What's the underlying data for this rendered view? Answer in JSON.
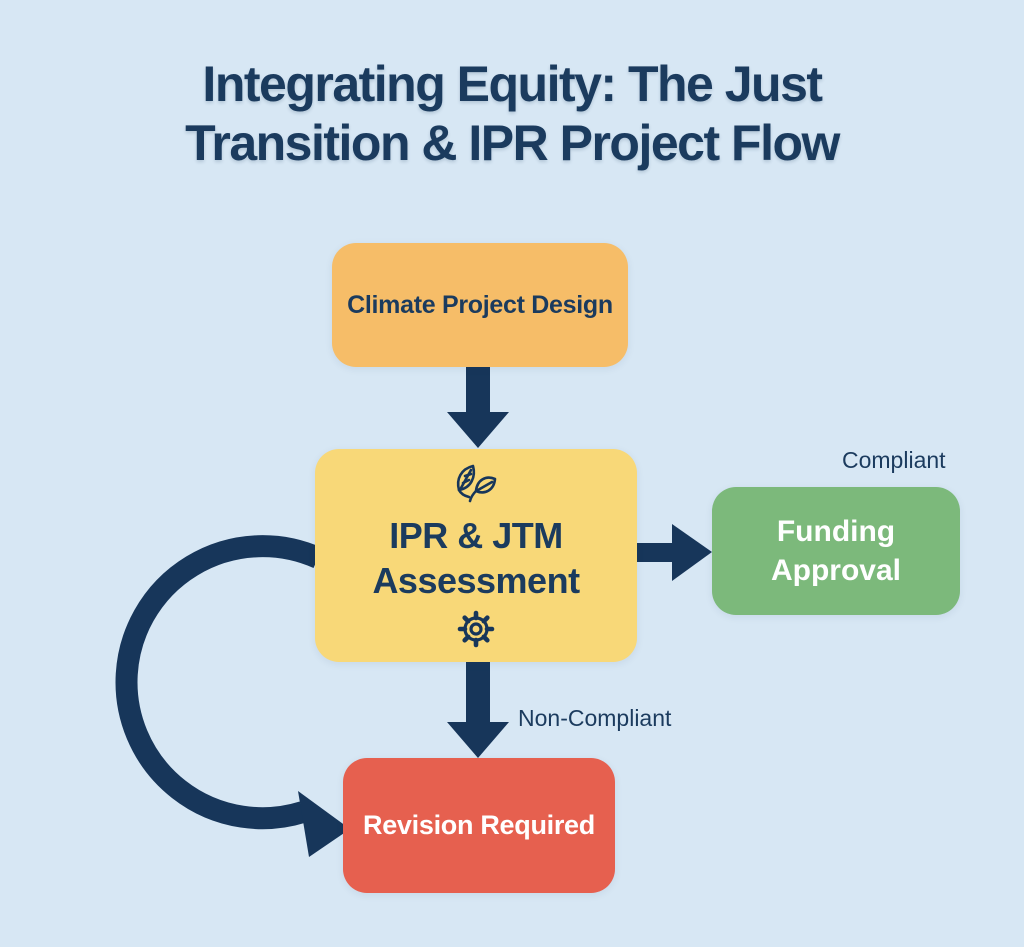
{
  "title": "Integrating Equity: The Just Transition & IPR Project Flow",
  "nodes": {
    "climate": {
      "label": "Climate Project Design"
    },
    "assessment": {
      "label": "IPR & JTM Assessment",
      "icons": [
        "leaf-icon",
        "gear-icon"
      ]
    },
    "funding": {
      "label": "Funding Approval"
    },
    "revision": {
      "label": "Revision Required"
    }
  },
  "edges": {
    "climate_to_assessment": {
      "type": "straight-down-arrow"
    },
    "assessment_to_funding": {
      "type": "straight-right-arrow",
      "label": "Compliant"
    },
    "assessment_to_revision": {
      "type": "straight-down-arrow",
      "label": "Non-Compliant"
    },
    "loop_to_revision": {
      "type": "curved-left-arrow"
    }
  },
  "compliant_label": "Compliant",
  "non_compliant_label": "Non-Compliant",
  "colors": {
    "background": "#D7E7F4",
    "navy": "#1B3B5E",
    "arrow": "#17365A",
    "climate_box": "#F6BD68",
    "assessment_box": "#F8D878",
    "funding_box": "#7CB97B",
    "revision_box": "#E6604F",
    "white": "#FFFFFF"
  }
}
